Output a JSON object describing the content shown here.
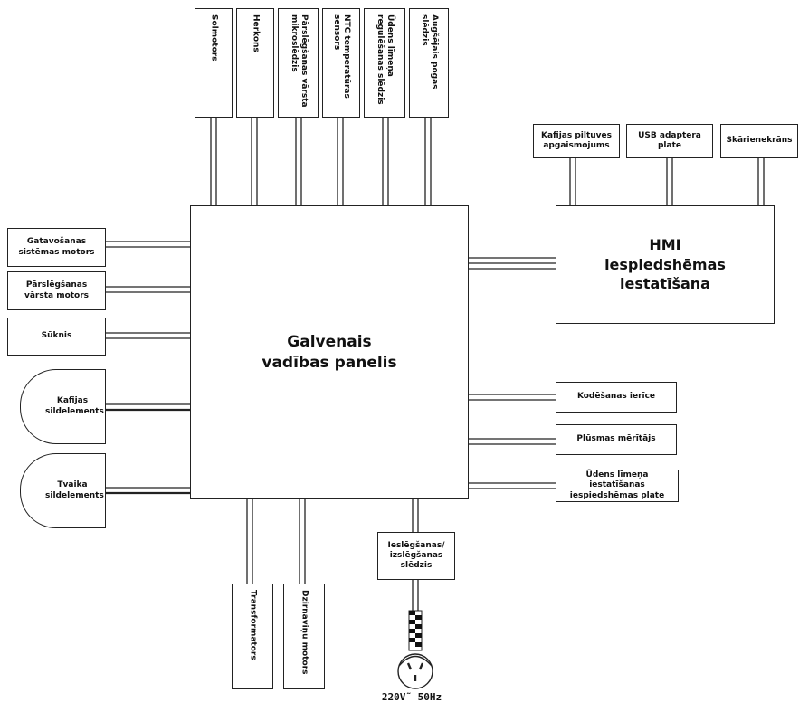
{
  "main_panel": {
    "label": "Galvenais vadības panelis"
  },
  "hmi_panel": {
    "label": "HMI iespiedshēmas iestatīšana"
  },
  "top_components": [
    {
      "label": "Solmotors"
    },
    {
      "label": "Herkons"
    },
    {
      "label": "Pārslēgšanas vārsta mikroslēdzis"
    },
    {
      "label": "NTC temperatūras sensors"
    },
    {
      "label": "Ūdens līmeņa regulēšanas slēdzis"
    },
    {
      "label": "Augšējais pogas slēdzis"
    }
  ],
  "hmi_components": [
    {
      "label": "Kafijas piltuves apgaismojums"
    },
    {
      "label": "USB adaptera plate"
    },
    {
      "label": "Skārienekrāns"
    }
  ],
  "left_components": [
    {
      "label": "Gatavošanas sistēmas motors"
    },
    {
      "label": "Pārslēgšanas vārsta motors"
    },
    {
      "label": "Sūknis"
    },
    {
      "label": "Kafijas sildelements"
    },
    {
      "label": "Tvaika sildelements"
    }
  ],
  "right_components": [
    {
      "label": "Kodēšanas ierīce"
    },
    {
      "label": "Plūsmas mērītājs"
    },
    {
      "label": "Ūdens līmeņa iestatīšanas iespiedshēmas plate"
    }
  ],
  "bottom_components": [
    {
      "label": "Transformators"
    },
    {
      "label": "Dzirnaviņu motors"
    },
    {
      "label": "Ieslēgšanas/ izslēgšanas slēdzis"
    }
  ],
  "power": {
    "label": "220V˜ 50Hz"
  }
}
